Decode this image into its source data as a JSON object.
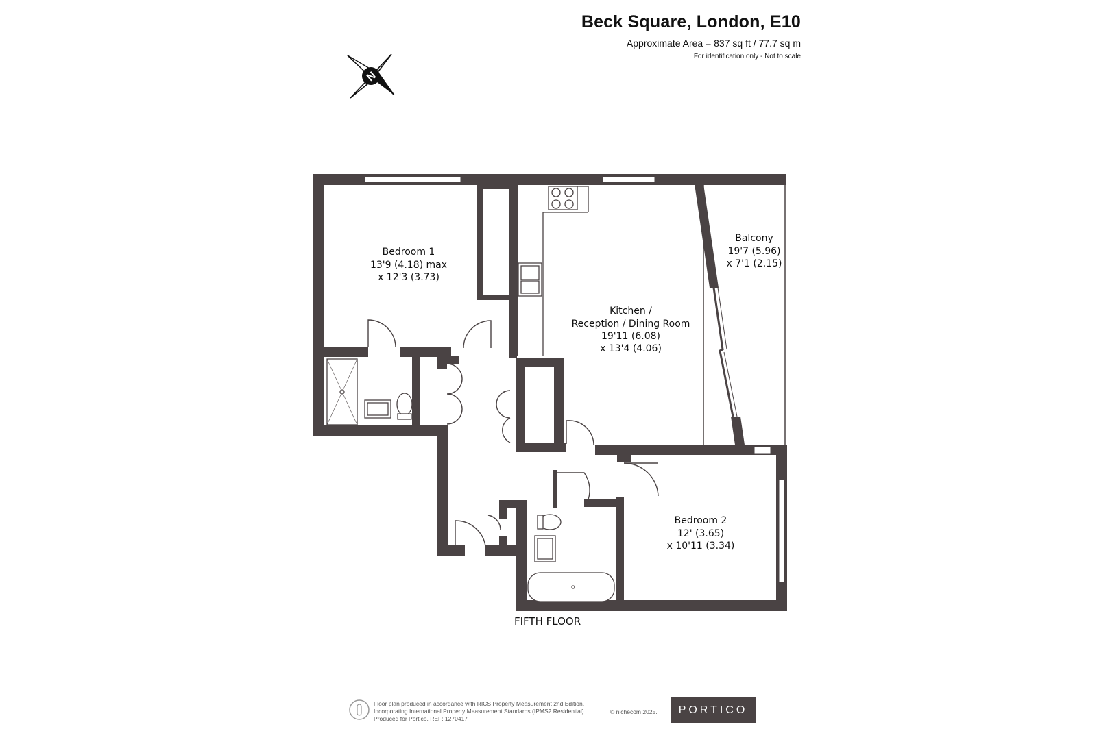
{
  "header": {
    "title": "Beck Square, London, E10",
    "area": "Approximate Area = 837 sq ft / 77.7 sq m",
    "disclaimer": "For identification only - Not to scale"
  },
  "compass": {
    "letter": "N"
  },
  "rooms": {
    "bedroom1": {
      "name": "Bedroom 1",
      "dim1": "13'9 (4.18) max",
      "dim2": "x 12'3 (3.73)"
    },
    "kitchen": {
      "name": "Kitchen /",
      "name2": "Reception / Dining Room",
      "dim1": "19'11 (6.08)",
      "dim2": "x 13'4 (4.06)"
    },
    "balcony": {
      "name": "Balcony",
      "dim1": "19'7 (5.96)",
      "dim2": "x 7'1 (2.15)"
    },
    "bedroom2": {
      "name": "Bedroom 2",
      "dim1": "12' (3.65)",
      "dim2": "x 10'11 (3.34)"
    }
  },
  "floor_label": "FIFTH FLOOR",
  "footer": {
    "line1": "Floor plan produced in accordance with RICS Property Measurement 2nd Edition,",
    "line2": "Incorporating International Property Measurement Standards (IPMS2 Residential).",
    "line3": "Produced for Portico.   REF: 1270417",
    "copyright": "© nichecom 2025.",
    "brand": "PORTICO"
  },
  "colors": {
    "wall": "#4a4344",
    "window": "#9a9a9a",
    "brand_bg": "#4a4344"
  }
}
